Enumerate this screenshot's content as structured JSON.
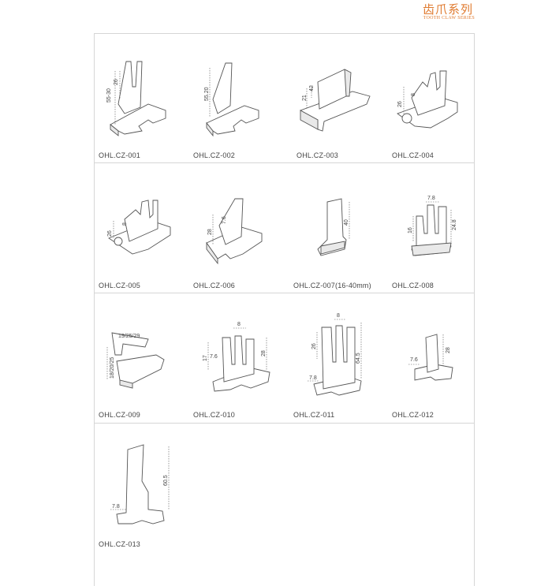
{
  "header": {
    "title": "齿爪系列",
    "subtitle": "TOOTH CLAW SERIES"
  },
  "products": [
    {
      "code": "OHL.CZ-001",
      "dims": [
        "55-30",
        "26"
      ]
    },
    {
      "code": "OHL.CZ-002",
      "dims": [
        "55.20"
      ]
    },
    {
      "code": "OHL.CZ-003",
      "dims": [
        "21",
        "42"
      ]
    },
    {
      "code": "OHL.CZ-004",
      "dims": [
        "26",
        "8"
      ]
    },
    {
      "code": "OHL.CZ-005",
      "dims": [
        "26",
        "8"
      ]
    },
    {
      "code": "OHL.CZ-006",
      "dims": [
        "28",
        "7.6"
      ]
    },
    {
      "code": "OHL.CZ-007(16-40mm)",
      "dims": [
        "40"
      ]
    },
    {
      "code": "OHL.CZ-008",
      "dims": [
        "7.8",
        "16",
        "24.8"
      ]
    },
    {
      "code": "OHL.CZ-009",
      "dims": [
        "19/25/29",
        "18/20/25"
      ]
    },
    {
      "code": "OHL.CZ-010",
      "dims": [
        "8",
        "17",
        "7.6",
        "28"
      ]
    },
    {
      "code": "OHL.CZ-011",
      "dims": [
        "8",
        "26",
        "64.5",
        "7.8"
      ]
    },
    {
      "code": "OHL.CZ-012",
      "dims": [
        "28",
        "7.6"
      ]
    },
    {
      "code": "OHL.CZ-013",
      "dims": [
        "60.5",
        "7.8"
      ]
    }
  ]
}
